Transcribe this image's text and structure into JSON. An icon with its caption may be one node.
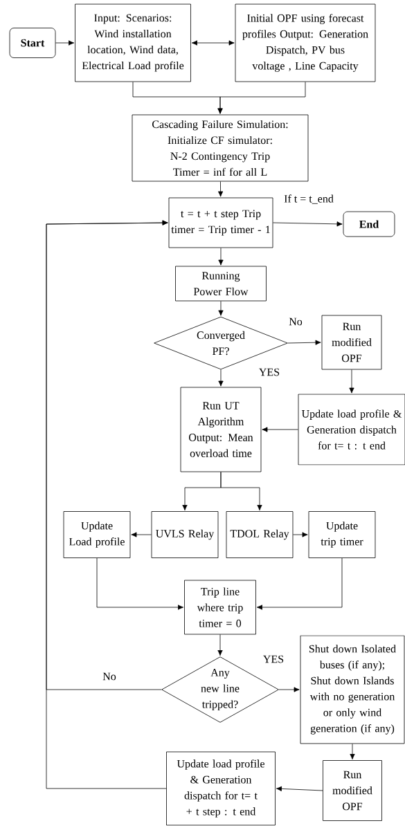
{
  "diagram": {
    "nodes": [
      {
        "text": [
          "Start"
        ]
      },
      {
        "text": [
          "Input: Scenarios: Wind installation location, Wind data, Electrical Load profile"
        ]
      },
      {
        "text": [
          "Initial OPF using forecast profiles Output: Generation Dispatch, PV bus voltage , Line Capacity"
        ]
      },
      {
        "text": [
          "Cascading Failure Simulation: Initialize CF simulator: N-2 Contingency Trip Timer = inf for all L"
        ]
      },
      {
        "text": [
          "t = t + t step Trip timer = Trip timer - 1"
        ]
      },
      {
        "text": [
          "End"
        ]
      },
      {
        "text": [
          "Running Power Flow"
        ]
      },
      {
        "text": [
          "Converged PF?"
        ]
      },
      {
        "text": [
          "Run modified OPF"
        ]
      },
      {
        "text": [
          "Run UT Algorithm Output: Mean overload time"
        ]
      },
      {
        "text": [
          "Update load profile & Generation dispatch for t= t  : t end"
        ]
      },
      {
        "text": [
          "Update Load profile"
        ]
      },
      {
        "text": [
          "UVLS Relay"
        ]
      },
      {
        "text": [
          "TDOL Relay"
        ]
      },
      {
        "text": [
          "Update trip timer"
        ]
      },
      {
        "text": [
          "Trip line where trip timer = 0"
        ]
      },
      {
        "text": [
          "Any new line tripped?"
        ]
      },
      {
        "text": [
          "Shut down Isolated buses (if any); Shut down Islands with no generation or only wind generation (if any)"
        ]
      },
      {
        "text": [
          "Run modified OPF"
        ]
      },
      {
        "text": [
          "Update load profile & Generation dispatch for t= t + t step  : t end"
        ]
      }
    ],
    "edges": [
      {
        "from": 0,
        "to": 1,
        "arrow": "to"
      },
      {
        "from": 1,
        "to": 2,
        "arrow": "both"
      },
      {
        "from": 1,
        "to": 3,
        "arrow": "to"
      },
      {
        "from": 2,
        "to": 3,
        "arrow": "to"
      },
      {
        "from": 3,
        "to": 4,
        "arrow": "to"
      },
      {
        "from": 4,
        "to": 5,
        "arrow": "to",
        "label": "If t = t_end"
      },
      {
        "from": 4,
        "to": 6,
        "arrow": "to"
      },
      {
        "from": 6,
        "to": 7,
        "arrow": "to"
      },
      {
        "from": 7,
        "to": 8,
        "arrow": "to",
        "label": "No"
      },
      {
        "from": 7,
        "to": 9,
        "arrow": "to",
        "label": "YES"
      },
      {
        "from": 8,
        "to": 10,
        "arrow": "to"
      },
      {
        "from": 10,
        "to": 9,
        "arrow": "to"
      },
      {
        "from": 9,
        "to": 12,
        "arrow": "to"
      },
      {
        "from": 9,
        "to": 13,
        "arrow": "to"
      },
      {
        "from": 12,
        "to": 11,
        "arrow": "to"
      },
      {
        "from": 13,
        "to": 14,
        "arrow": "to"
      },
      {
        "from": 11,
        "to": 15,
        "arrow": "to"
      },
      {
        "from": 14,
        "to": 15,
        "arrow": "to"
      },
      {
        "from": 15,
        "to": 16,
        "arrow": "to"
      },
      {
        "from": 16,
        "to": 17,
        "arrow": "to",
        "label": "YES"
      },
      {
        "from": 16,
        "to": 4,
        "arrow": "to",
        "label": "No"
      },
      {
        "from": 17,
        "to": 18,
        "arrow": "to"
      },
      {
        "from": 18,
        "to": 19,
        "arrow": "to"
      },
      {
        "from": 19,
        "to": 4,
        "arrow": "to"
      }
    ]
  }
}
